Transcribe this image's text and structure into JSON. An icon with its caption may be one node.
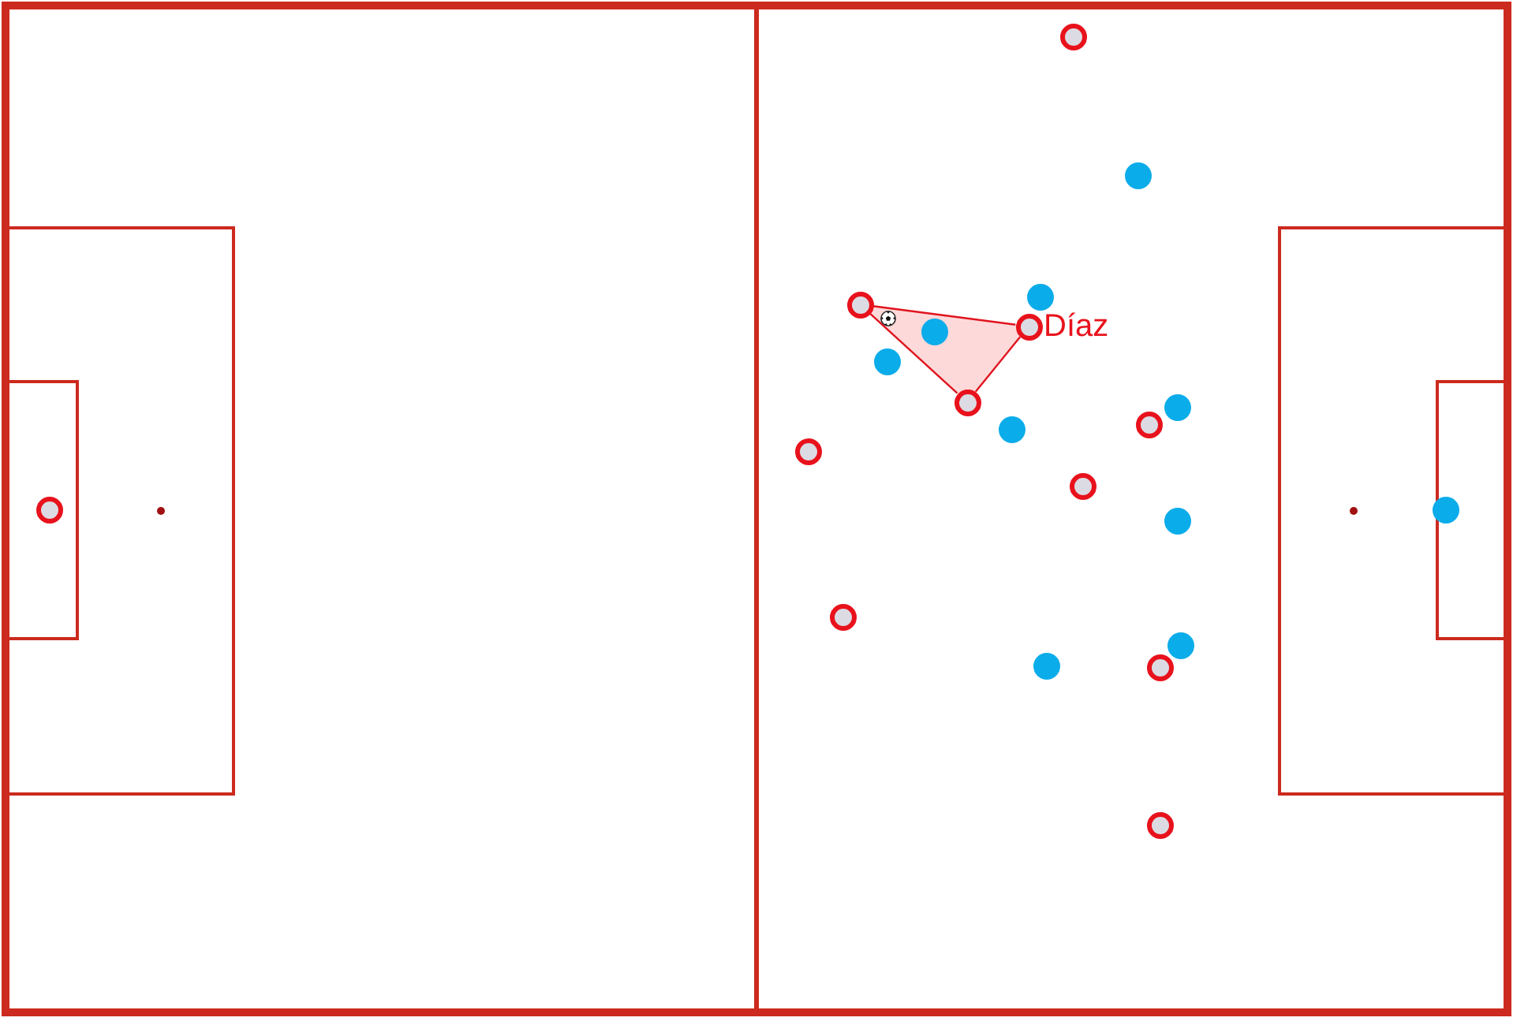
{
  "diagram": {
    "nodes": [
      {
        "text": [],
        "shape": "ring"
      },
      {
        "text": [],
        "shape": "circle"
      },
      {
        "text": [],
        "shape": "circle"
      },
      {
        "text": [],
        "shape": "ring"
      },
      {
        "text": [],
        "shape": "circle"
      },
      {
        "text": [],
        "shape": "ring",
        "beside": [
          "Díaz"
        ]
      },
      {
        "text": [],
        "shape": "circle"
      },
      {
        "text": [],
        "shape": "ring"
      },
      {
        "text": [],
        "shape": "circle"
      },
      {
        "text": [],
        "shape": "ring"
      },
      {
        "text": [],
        "shape": "circle"
      },
      {
        "text": [],
        "shape": "ring"
      },
      {
        "text": [],
        "shape": "ring"
      },
      {
        "text": [],
        "shape": "ring"
      },
      {
        "text": [],
        "shape": "circle"
      },
      {
        "text": [],
        "shape": "circle"
      },
      {
        "text": [],
        "shape": "ring"
      },
      {
        "text": [],
        "shape": "circle"
      },
      {
        "text": [],
        "shape": "circle"
      },
      {
        "text": [],
        "shape": "ring"
      },
      {
        "text": [],
        "shape": "ring"
      }
    ],
    "edges": [
      {
        "from": 3,
        "to": 5,
        "arrow": "none"
      },
      {
        "from": 5,
        "to": 7,
        "arrow": "none"
      },
      {
        "from": 7,
        "to": 3,
        "arrow": "none"
      }
    ]
  }
}
